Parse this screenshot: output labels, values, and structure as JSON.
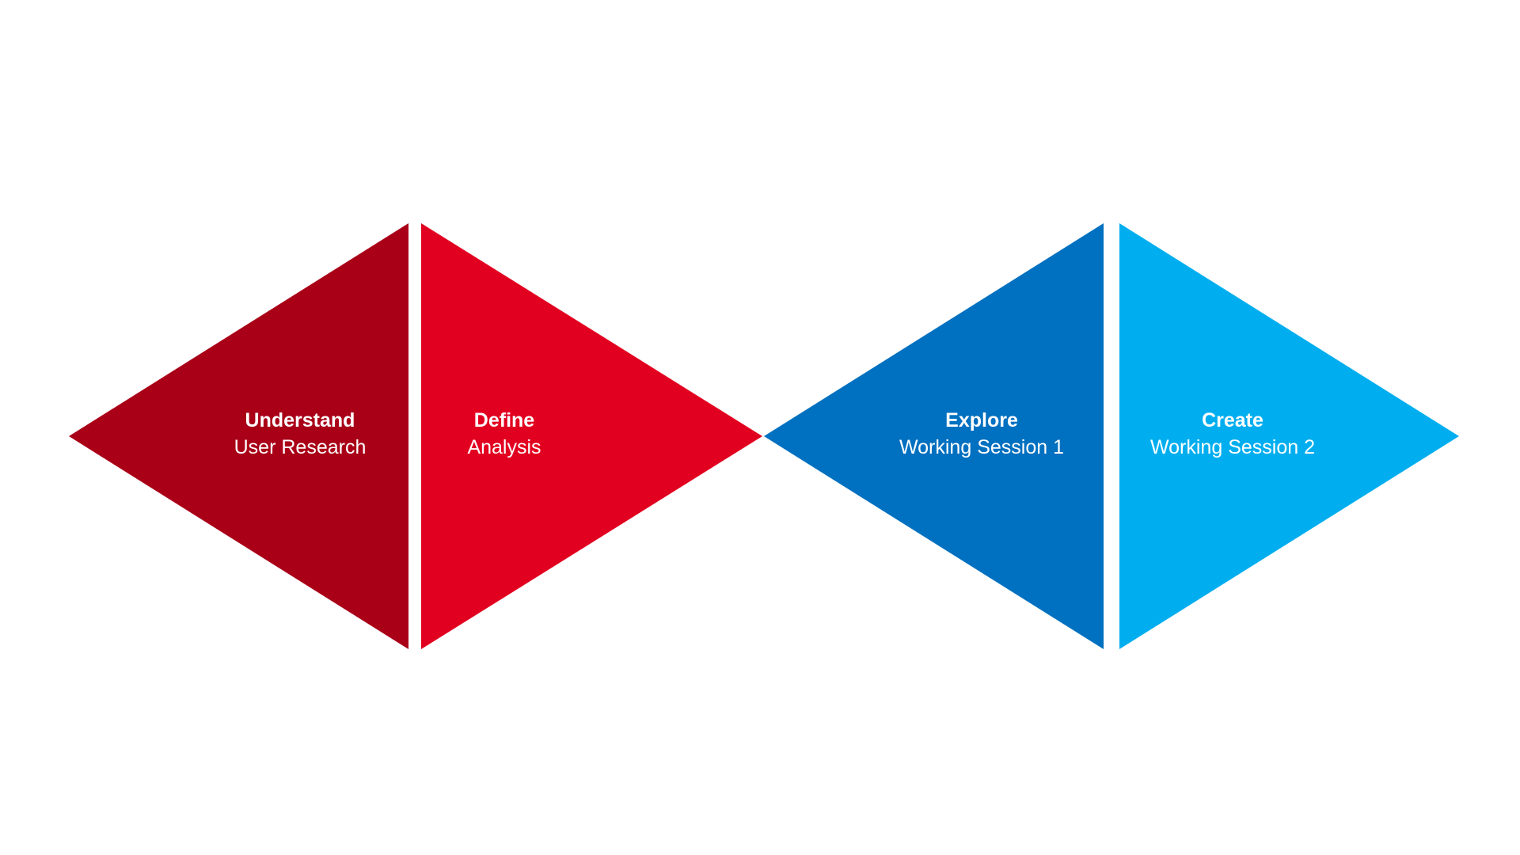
{
  "diagram": {
    "stages": [
      {
        "title": "Understand",
        "subtitle": "User Research",
        "color": "#A90018"
      },
      {
        "title": "Define",
        "subtitle": "Analysis",
        "color": "#E20020"
      },
      {
        "title": "Explore",
        "subtitle": "Working Session 1",
        "color": "#0070C0"
      },
      {
        "title": "Create",
        "subtitle": "Working Session 2",
        "color": "#00AEEF"
      }
    ]
  }
}
